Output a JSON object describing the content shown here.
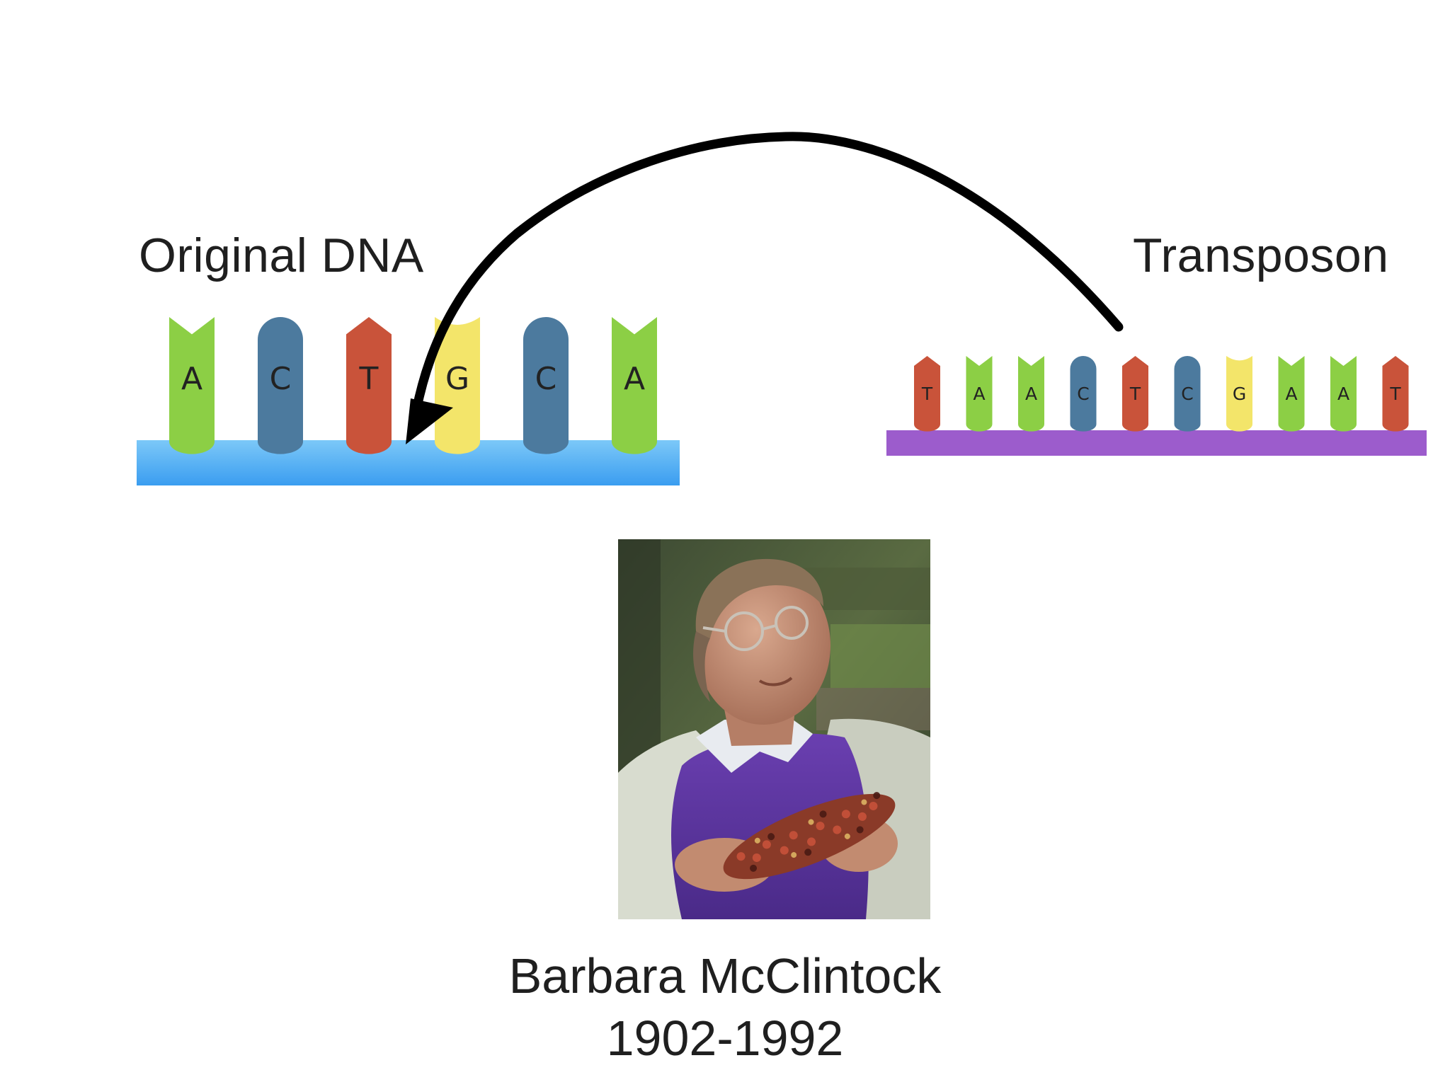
{
  "labels": {
    "original_dna": "Original DNA",
    "transposon": "Transposon"
  },
  "caption": {
    "name": "Barbara McClintock",
    "years": "1902-1992"
  },
  "original_dna": {
    "backbone_color": "#4aa8f0",
    "bases": [
      {
        "letter": "A",
        "color": "#8ccf45",
        "shape": "notch"
      },
      {
        "letter": "C",
        "color": "#4c7a9e",
        "shape": "round"
      },
      {
        "letter": "T",
        "color": "#c9533a",
        "shape": "arrow"
      },
      {
        "letter": "G",
        "color": "#f3e56a",
        "shape": "cup"
      },
      {
        "letter": "C",
        "color": "#4c7a9e",
        "shape": "round"
      },
      {
        "letter": "A",
        "color": "#8ccf45",
        "shape": "notch"
      }
    ]
  },
  "transposon": {
    "backbone_color": "#9c5ccc",
    "bases": [
      {
        "letter": "T",
        "color": "#c9533a",
        "shape": "arrow"
      },
      {
        "letter": "A",
        "color": "#8ccf45",
        "shape": "notch"
      },
      {
        "letter": "A",
        "color": "#8ccf45",
        "shape": "notch"
      },
      {
        "letter": "C",
        "color": "#4c7a9e",
        "shape": "round"
      },
      {
        "letter": "T",
        "color": "#c9533a",
        "shape": "arrow"
      },
      {
        "letter": "C",
        "color": "#4c7a9e",
        "shape": "round"
      },
      {
        "letter": "G",
        "color": "#f3e56a",
        "shape": "cup"
      },
      {
        "letter": "A",
        "color": "#8ccf45",
        "shape": "notch"
      },
      {
        "letter": "A",
        "color": "#8ccf45",
        "shape": "notch"
      },
      {
        "letter": "T",
        "color": "#c9533a",
        "shape": "arrow"
      }
    ]
  },
  "photo": {
    "subject": "portrait-with-corn"
  }
}
